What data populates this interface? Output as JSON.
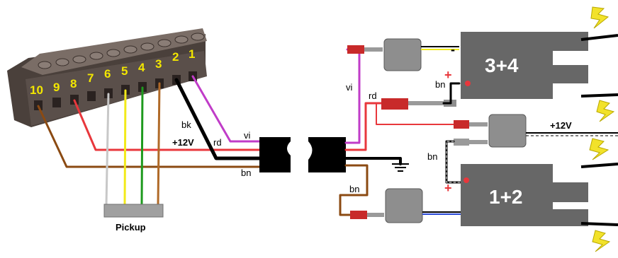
{
  "terminal_block": {
    "pin_numbers": [
      "10",
      "9",
      "8",
      "7",
      "6",
      "5",
      "4",
      "3",
      "2",
      "1"
    ]
  },
  "wire_labels": {
    "vi_left": "vi",
    "rd_left": "rd",
    "bk_left": "bk",
    "bn_left": "bn",
    "plus12v_left": "+12V",
    "vi_right": "vi",
    "rd_right": "rd",
    "bn_right": "bn",
    "bn_coil_top": "bn",
    "bn_bottom": "bn",
    "plus12v_right": "+12V"
  },
  "pickup": {
    "label": "Pickup"
  },
  "coils": {
    "top": {
      "label": "3+4",
      "plus": "+",
      "minus": "-"
    },
    "bottom": {
      "label": "1+2",
      "plus": "+"
    }
  },
  "colors": {
    "violet": "#c03cc8",
    "red": "#e8373c",
    "black": "#000000",
    "brown": "#8b4a12",
    "white": "#c8c8c8",
    "yellow": "#f2ea1a",
    "green": "#1e9a1e",
    "orange_brown": "#b06a28",
    "coil": "#676767",
    "connector": "#8e8e8e",
    "terminal_body": "#5a4f4a",
    "spark": "#f2e22a"
  }
}
